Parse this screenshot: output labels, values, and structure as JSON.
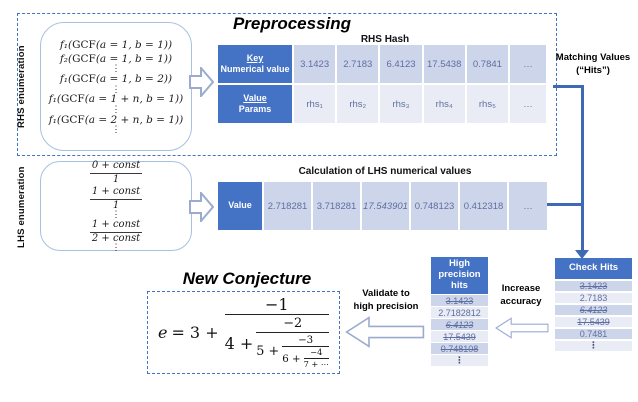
{
  "preprocessing": {
    "title": "Preprocessing"
  },
  "rhs_enum": {
    "label": "RHS enumeration",
    "lines": [
      "f₁(GCF(a = 1, b = 1))",
      "f₂(GCF(a = 1, b = 1))",
      "⋮",
      "f₁(GCF(a = 1, b = 2))",
      "⋮",
      "f₁(GCF(a = 1 + n, b = 1))",
      "⋮",
      "f₁(GCF(a = 2 + n, b = 1))",
      "⋮"
    ]
  },
  "rhs_hash": {
    "title": "RHS Hash",
    "rows": [
      {
        "h1": "Key",
        "h2": "Numerical value",
        "cells": [
          "3.1423",
          "2.7183",
          "6.4123",
          "17.5438",
          "0.7841",
          "…"
        ]
      },
      {
        "h1": "Value",
        "h2": "Params",
        "cells": [
          "rhs₁",
          "rhs₂",
          "rhs₃",
          "rhs₄",
          "rhs₅",
          "…"
        ]
      }
    ]
  },
  "matching": {
    "line1": "Matching Values",
    "line2": "(“Hits”)"
  },
  "lhs_enum": {
    "label": "LHS enumeration",
    "fractions": [
      {
        "num": "0 + const",
        "den": "1"
      },
      {
        "num": "1 + const",
        "den": "1"
      },
      "⋮",
      {
        "num": "1 + const",
        "den": "2 + const"
      },
      "⋮"
    ]
  },
  "lhs_table": {
    "title": "Calculation of LHS numerical values",
    "header": "Value",
    "cells": [
      {
        "t": "2.718281"
      },
      {
        "t": "3.718281"
      },
      {
        "t": "17.543901",
        "i": true
      },
      {
        "t": "0.748123"
      },
      {
        "t": "0.412318"
      },
      {
        "t": "…"
      }
    ]
  },
  "check_hits": {
    "header": "Check Hits",
    "rows": [
      {
        "t": "3.1423",
        "s": true
      },
      {
        "t": "2.7183"
      },
      {
        "t": "6.4123",
        "s": true,
        "i": true
      },
      {
        "t": "17.5439",
        "s": true
      },
      {
        "t": "0.7481"
      },
      {
        "t": "⋮",
        "d": true
      }
    ]
  },
  "high_precision": {
    "header": "High precision hits",
    "rows": [
      {
        "t": "3.1423",
        "s": true
      },
      {
        "t": "2.7182812"
      },
      {
        "t": "6.4123",
        "s": true,
        "i": true
      },
      {
        "t": "17.5439",
        "s": true
      },
      {
        "t": "0.748108",
        "s": true
      },
      {
        "t": "⋮",
        "d": true
      }
    ]
  },
  "increase_accuracy": {
    "line1": "Increase",
    "line2": "accuracy"
  },
  "validate": {
    "line1": "Validate to",
    "line2": "high precision"
  },
  "conjecture": {
    "title": "New Conjecture",
    "lead_var": "e",
    "lead_rest": "= 3 +",
    "levels": [
      {
        "num": "−1",
        "den_pre": "4 +"
      },
      {
        "num": "−2",
        "den_pre": "5 +"
      },
      {
        "num": "−3",
        "den_pre": "6 +"
      },
      {
        "num": "−4",
        "den_pre": "7 + ⋯"
      }
    ]
  },
  "colors": {
    "header_blue": "#4472c4",
    "band_dark": "#cdd5ea",
    "band_light": "#e9ecf5",
    "table_text": "#5f6fa0",
    "connector_blue": "#3e69b4",
    "dashed_border": "#4472c4"
  }
}
